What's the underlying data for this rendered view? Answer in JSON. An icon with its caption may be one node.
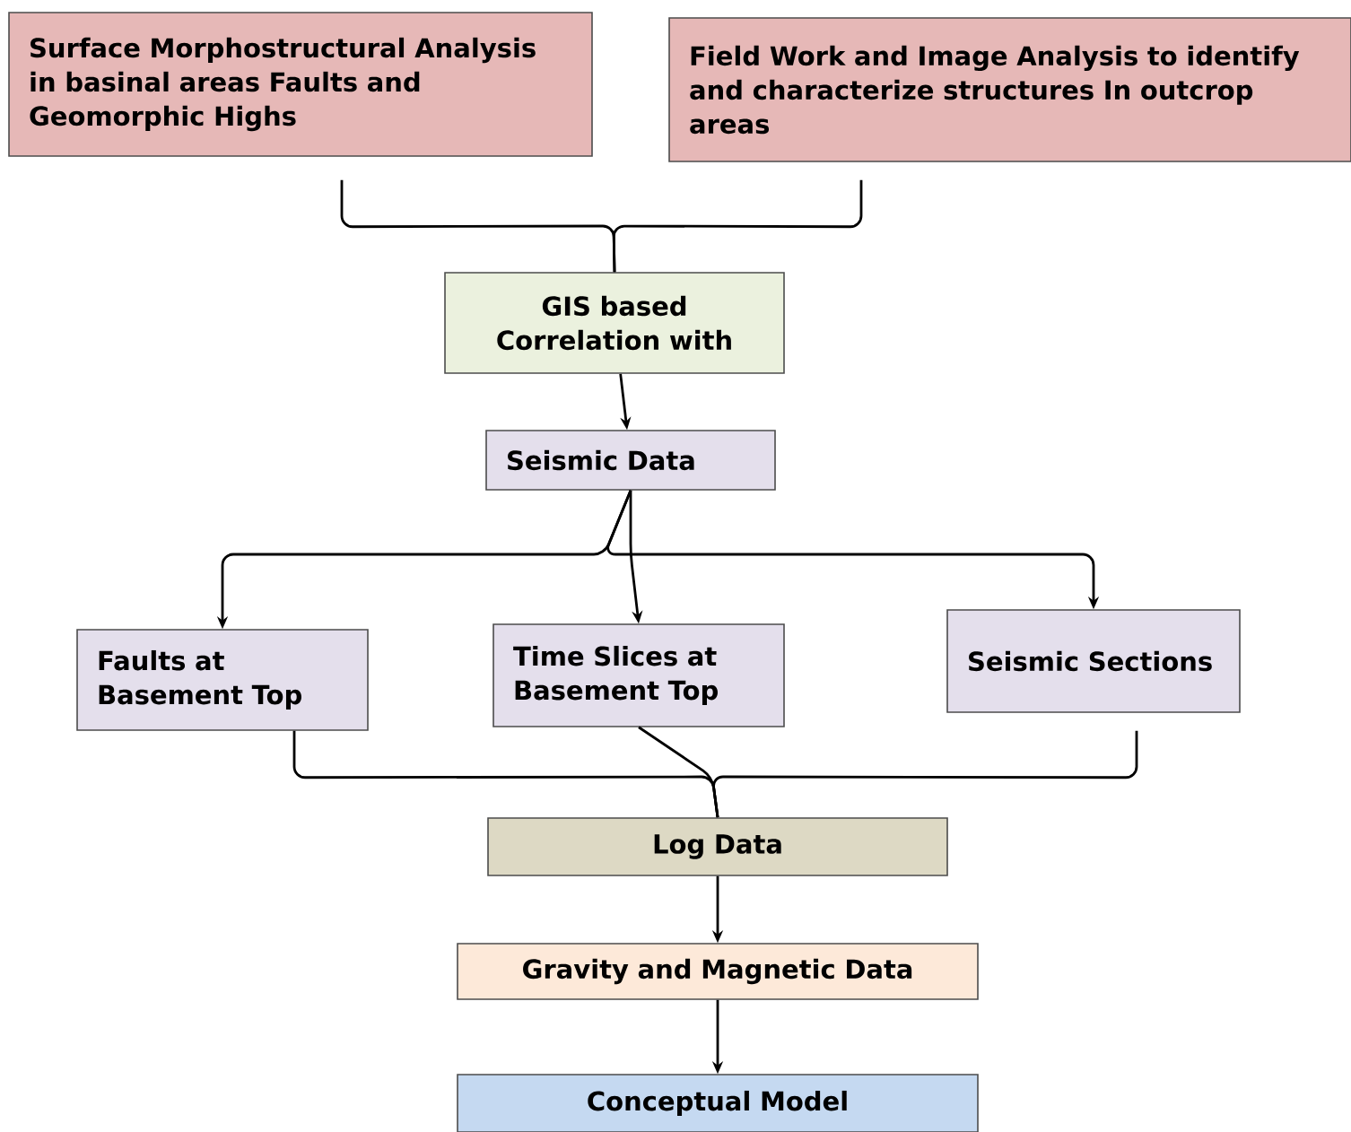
{
  "diagram": {
    "nodes": [
      {
        "text": [
          "Surface Morphostructural Analysis in basinal areas Faults and Geomorphic Highs"
        ]
      },
      {
        "text": [
          "Field Work and Image Analysis to identify and characterize structures In outcrop areas"
        ]
      },
      {
        "text": [
          "GIS based Correlation with"
        ]
      },
      {
        "text": [
          "Seismic Data"
        ]
      },
      {
        "text": [
          "Faults at Basement Top"
        ]
      },
      {
        "text": [
          "Time Slices at Basement Top"
        ]
      },
      {
        "text": [
          "Seismic Sections"
        ]
      },
      {
        "text": [
          "Log Data"
        ]
      },
      {
        "text": [
          "Gravity and Magnetic Data"
        ]
      },
      {
        "text": [
          "Conceptual Model"
        ]
      }
    ],
    "edges": [
      {
        "from": 0,
        "to": 2,
        "arrow": "none"
      },
      {
        "from": 1,
        "to": 2,
        "arrow": "none"
      },
      {
        "from": 2,
        "to": 3,
        "arrow": "to"
      },
      {
        "from": 3,
        "to": 4,
        "arrow": "to"
      },
      {
        "from": 3,
        "to": 5,
        "arrow": "to"
      },
      {
        "from": 3,
        "to": 6,
        "arrow": "to"
      },
      {
        "from": 4,
        "to": 7,
        "arrow": "none"
      },
      {
        "from": 5,
        "to": 7,
        "arrow": "none"
      },
      {
        "from": 6,
        "to": 7,
        "arrow": "none"
      },
      {
        "from": 7,
        "to": 8,
        "arrow": "to"
      },
      {
        "from": 8,
        "to": 9,
        "arrow": "to"
      }
    ]
  }
}
